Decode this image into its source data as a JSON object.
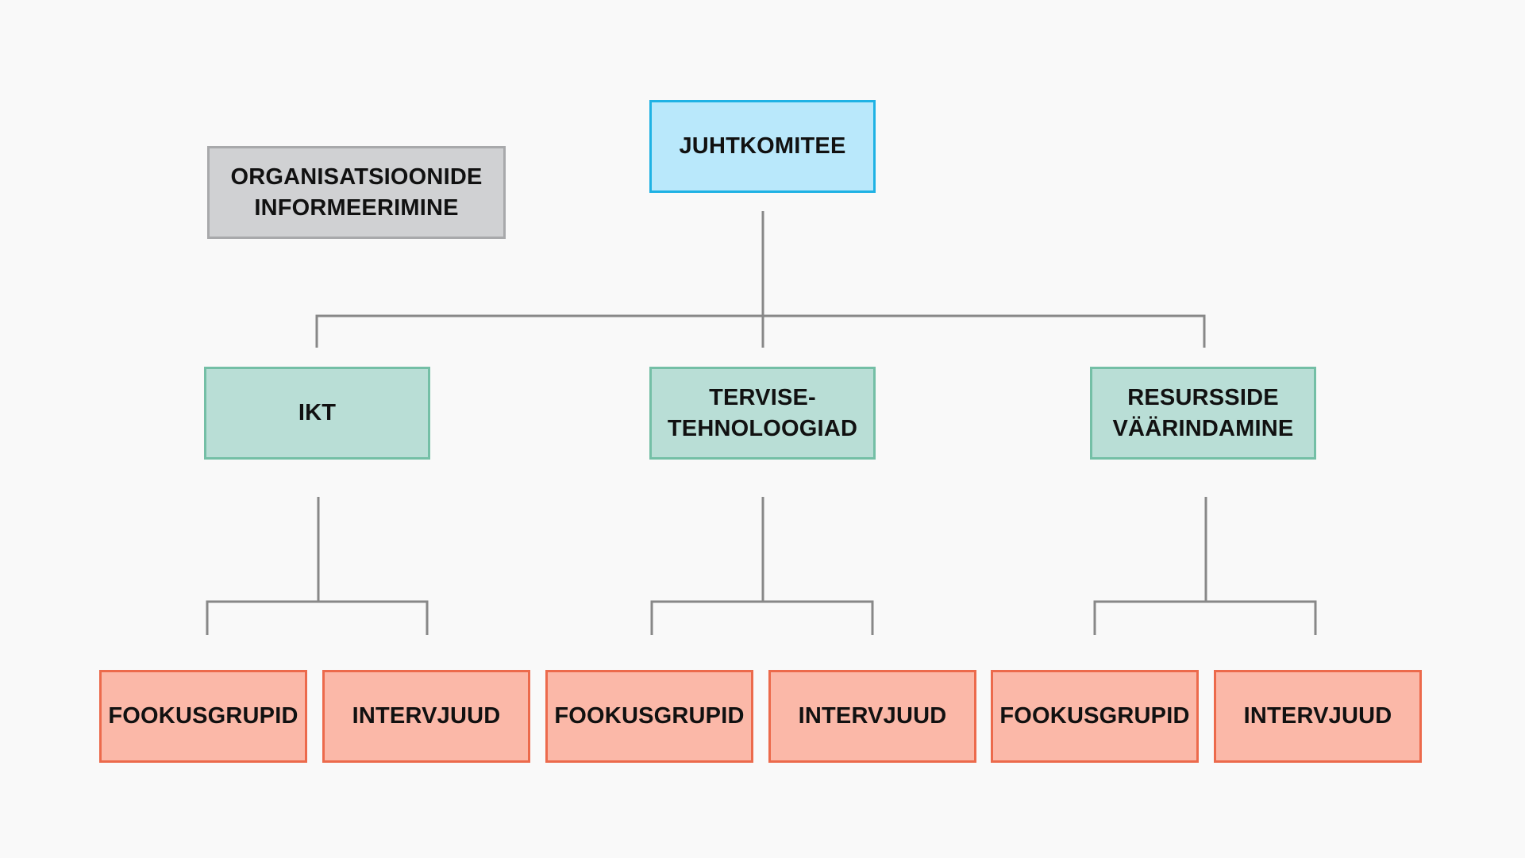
{
  "colors": {
    "background": "#f9f9f9",
    "connector": "#888888",
    "info_fill": "#d0d1d3",
    "info_border": "#a8a9ab",
    "root_fill": "#b9e8fb",
    "root_border": "#1fb2e4",
    "branch_fill": "#b9ded6",
    "branch_border": "#74bfa6",
    "leaf_fill": "#fbb8a8",
    "leaf_border": "#ec6a4c"
  },
  "info_box": {
    "label": "ORGANISATSIOONIDE\nINFORMEERIMINE"
  },
  "root": {
    "label": "JUHTKOMITEE"
  },
  "branches": [
    {
      "label": "IKT",
      "children": [
        {
          "label": "FOOKUSGRUPID"
        },
        {
          "label": "INTERVJUUD"
        }
      ]
    },
    {
      "label": "TERVISE-\nTEHNOLOOGIAD",
      "children": [
        {
          "label": "FOOKUSGRUPID"
        },
        {
          "label": "INTERVJUUD"
        }
      ]
    },
    {
      "label": "RESURSSIDE\nVÄÄRINDAMINE",
      "children": [
        {
          "label": "FOOKUSGRUPID"
        },
        {
          "label": "INTERVJUUD"
        }
      ]
    }
  ]
}
